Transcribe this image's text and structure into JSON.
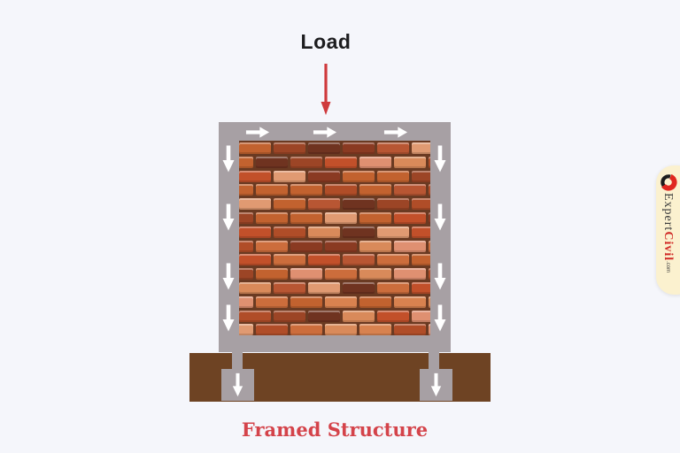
{
  "colors": {
    "background": "#f5f6fb",
    "text_dark": "#1d1d1f",
    "frame_gray": "#a7a0a4",
    "mortar": "#6a3a22",
    "ground_brown": "#6e4323",
    "flow_arrow_white": "#ffffff",
    "load_arrow_red": "#cf3a3d",
    "caption_red": "#d4434a"
  },
  "load_label": "Load",
  "caption": "Framed Structure",
  "icons": {
    "load_direction": "down-arrow",
    "top_beam_flow": "right-arrow",
    "column_flow": "down-arrow",
    "footing_flow": "down-arrow"
  },
  "arrows": {
    "top_beam_count": 3,
    "left_column_count": 4,
    "right_column_count": 4,
    "footing_count": 2
  },
  "wall": {
    "rows": 14,
    "bricks_per_row": 7,
    "palette": [
      "#c2622f",
      "#cc6d3c",
      "#b85633",
      "#c2502a",
      "#b04d28",
      "#d8824f",
      "#cc6d3c",
      "#9c4526",
      "#e09a72",
      "#c2622f",
      "#8a3a22",
      "#d98a5a",
      "#b04d28",
      "#6f3320",
      "#df9071",
      "#c2502a"
    ]
  },
  "logo": {
    "expert": "Expert",
    "civil": "Civil",
    "tld": ".com",
    "pill_color": "#fbf1cf",
    "expert_color": "#3b3b3b",
    "civil_color": "#d02a27",
    "icon_red": "#e0271f",
    "icon_dark": "#1c1c1c"
  }
}
